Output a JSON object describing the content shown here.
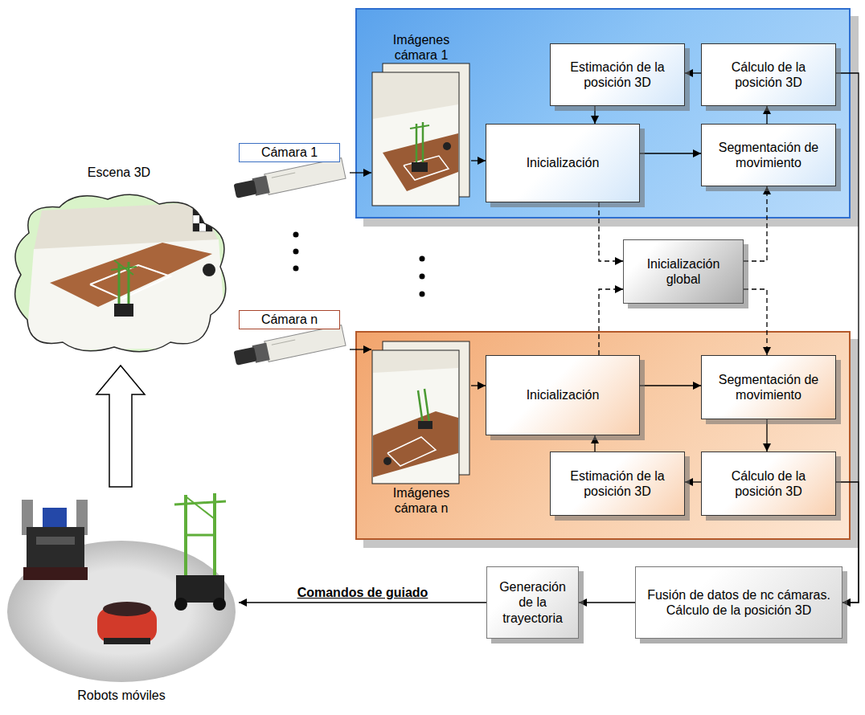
{
  "diagram": {
    "nodes": [
      {
        "text": [
          "Escena 3D"
        ]
      },
      {
        "text": [
          "Cámara 1"
        ]
      },
      {
        "text": [
          "Cámara n"
        ]
      },
      {
        "text": []
      },
      {
        "text": [
          "Imágenes cámara 1"
        ],
        "in": 3
      },
      {
        "text": [
          "Estimación de la posición 3D"
        ],
        "in": 3
      },
      {
        "text": [
          "Cálculo de la posición 3D"
        ],
        "in": 3
      },
      {
        "text": [
          "Inicialización"
        ],
        "in": 3
      },
      {
        "text": [
          "Segmentación de movimiento"
        ],
        "in": 3
      },
      {
        "text": [
          "Inicialización global"
        ]
      },
      {
        "text": []
      },
      {
        "text": [
          "Imágenes cámara n"
        ],
        "in": 10
      },
      {
        "text": [
          "Inicialización"
        ],
        "in": 10
      },
      {
        "text": [
          "Segmentación de movimiento"
        ],
        "in": 10
      },
      {
        "text": [
          "Estimación de la posición 3D"
        ],
        "in": 10
      },
      {
        "text": [
          "Cálculo de la posición 3D"
        ],
        "in": 10
      },
      {
        "text": [
          "Robots móviles"
        ]
      },
      {
        "text": [
          "Generación de la trayectoria"
        ]
      },
      {
        "text": [
          "Fusión de datos de nc cámaras. Cálculo de la posición 3D"
        ]
      }
    ],
    "edges": [
      {
        "from": 1,
        "to": 4,
        "arrow": "to"
      },
      {
        "from": 4,
        "to": 7,
        "arrow": "to"
      },
      {
        "from": 7,
        "to": 8,
        "arrow": "to"
      },
      {
        "from": 8,
        "to": 6,
        "arrow": "to"
      },
      {
        "from": 6,
        "to": 5,
        "arrow": "to"
      },
      {
        "from": 5,
        "to": 7,
        "arrow": "to"
      },
      {
        "from": 7,
        "to": 9,
        "arrow": "to"
      },
      {
        "from": 9,
        "to": 8,
        "arrow": "to"
      },
      {
        "from": 12,
        "to": 9,
        "arrow": "to"
      },
      {
        "from": 9,
        "to": 13,
        "arrow": "to"
      },
      {
        "from": 2,
        "to": 11,
        "arrow": "to"
      },
      {
        "from": 11,
        "to": 12,
        "arrow": "to"
      },
      {
        "from": 12,
        "to": 13,
        "arrow": "to"
      },
      {
        "from": 13,
        "to": 15,
        "arrow": "to"
      },
      {
        "from": 15,
        "to": 14,
        "arrow": "to"
      },
      {
        "from": 14,
        "to": 12,
        "arrow": "to"
      },
      {
        "from": 6,
        "to": 18,
        "arrow": "to"
      },
      {
        "from": 15,
        "to": 18,
        "arrow": "to"
      },
      {
        "from": 18,
        "to": 17,
        "arrow": "to"
      },
      {
        "from": 17,
        "to": 16,
        "label": "Comandos de guiado",
        "arrow": "to"
      },
      {
        "from": 16,
        "to": 0,
        "arrow": "to"
      }
    ]
  }
}
